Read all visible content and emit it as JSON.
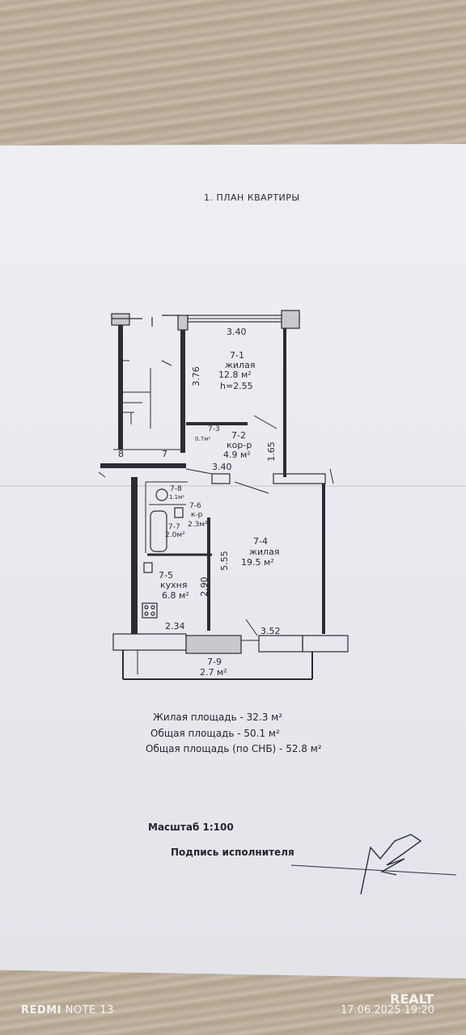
{
  "document": {
    "title": "1.  ПЛАН КВАРТИРЫ",
    "rooms": [
      {
        "id": "7-1",
        "name": "жилая",
        "area": "12.8 м²",
        "height": "h=2.55"
      },
      {
        "id": "7-2",
        "name": "кор-р",
        "area": "4.9 м²"
      },
      {
        "id": "7-3",
        "area": "0.7м²"
      },
      {
        "id": "7-4",
        "name": "жилая",
        "area": "19.5 м²"
      },
      {
        "id": "7-5",
        "name": "кухня",
        "area": "6.8 м²"
      },
      {
        "id": "7-6",
        "name": "к-р",
        "area": "2.3м²"
      },
      {
        "id": "7-7",
        "area": "2.0м²"
      },
      {
        "id": "7-8",
        "area": "1.1м²"
      },
      {
        "id": "7-9",
        "area": "2.7 м²"
      }
    ],
    "dimensions": {
      "d1": "3.40",
      "d2": "3.76",
      "d3": "1.65",
      "d4": "3.40",
      "d5": "5.55",
      "d6": "2.90",
      "d7": "2.34",
      "d8": "3.52",
      "d9": "8",
      "d10": "7"
    },
    "summary": {
      "living": "Жилая площадь - 32.3 м²",
      "total": "Общая площадь - 50.1 м²",
      "total_snb": "Общая площадь (по СНБ) - 52.8 м²"
    },
    "scale": "Масштаб 1:100",
    "signature_label": "Подпись исполнителя"
  },
  "camera": {
    "brand": "REDMI",
    "model": "NOTE 13",
    "timestamp": "17.06.2025 19:20",
    "watermark": "REALT"
  }
}
